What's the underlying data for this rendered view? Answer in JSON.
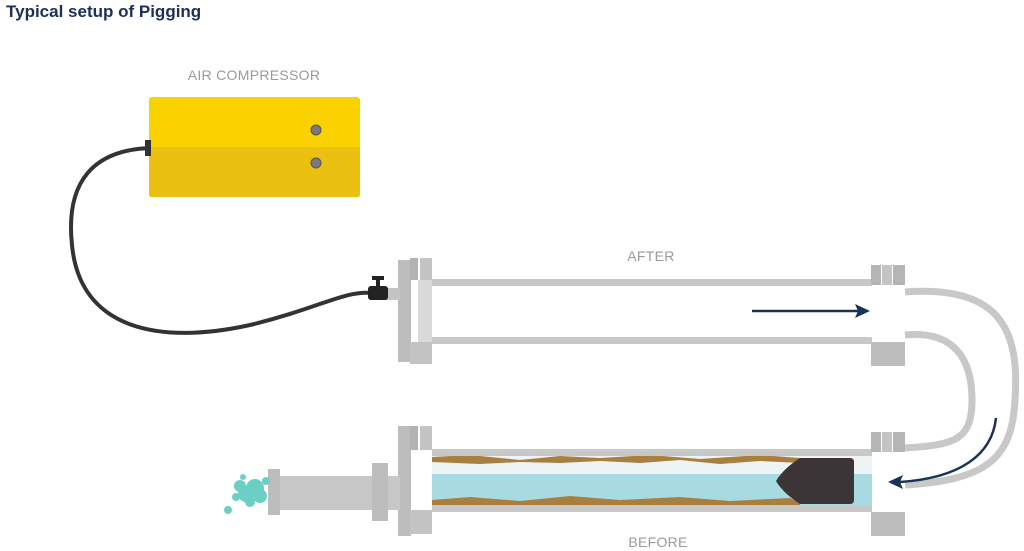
{
  "title": "Typical setup of Pigging",
  "labels": {
    "air_compressor": "AIR COMPRESSOR",
    "after": "AFTER",
    "before": "BEFORE"
  },
  "colors": {
    "compressor_top": "#fad200",
    "compressor_bottom": "#eac011",
    "pipe": "#c8c8c8",
    "flange": "#bdbdbd",
    "hose": "#333333",
    "arrow": "#1b3257",
    "pig": "#3b3537",
    "fluid": "#a8dbe1",
    "deposit": "#a87f3e",
    "splash": "#6ccfc6"
  }
}
